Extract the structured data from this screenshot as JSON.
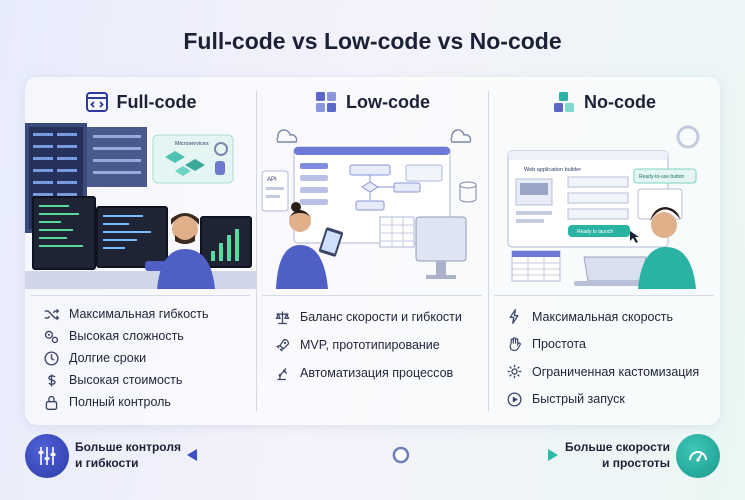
{
  "title": "Full-code vs Low-code vs No-code",
  "colors": {
    "full": "#3c4fc4",
    "low": "#5b66c9",
    "no": "#22a799"
  },
  "columns": [
    {
      "heading": "Full-code",
      "icon": "code-window-icon",
      "illustration": {
        "icon": "developer-at-workstation-illustration",
        "label": "Microservices"
      },
      "items": [
        {
          "icon": "shuffle-icon",
          "text": "Максимальная гибкость"
        },
        {
          "icon": "gears-icon",
          "text": "Высокая сложность"
        },
        {
          "icon": "clock-icon",
          "text": "Долгие сроки"
        },
        {
          "icon": "dollar-icon",
          "text": "Высокая стоимость"
        },
        {
          "icon": "lock-icon",
          "text": "Полный контроль"
        }
      ]
    },
    {
      "heading": "Low-code",
      "icon": "puzzle-icon",
      "illustration": {
        "icon": "visual-flow-editor-illustration",
        "label": "API"
      },
      "items": [
        {
          "icon": "scales-icon",
          "text": "Баланс скорости и гибкости"
        },
        {
          "icon": "rocket-icon",
          "text": "MVP, прототипирование"
        },
        {
          "icon": "robot-arm-icon",
          "text": "Автоматизация процессов"
        }
      ]
    },
    {
      "heading": "No-code",
      "icon": "blocks-icon",
      "illustration": {
        "icon": "web-app-builder-illustration",
        "labels": [
          "Web application builder",
          "Ready-to-use button",
          "Ready to launch"
        ]
      },
      "items": [
        {
          "icon": "lightning-icon",
          "text": "Максимальная скорость"
        },
        {
          "icon": "hand-wave-icon",
          "text": "Простота"
        },
        {
          "icon": "gear-icon",
          "text": "Ограниченная кастомизация"
        },
        {
          "icon": "play-icon",
          "text": "Быстрый запуск"
        }
      ]
    }
  ],
  "scale": {
    "left_label_line1": "Больше контроля",
    "left_label_line2": "и гибкости",
    "right_label_line1": "Больше скорости",
    "right_label_line2": "и простоты",
    "left_icon": "equalizer-sliders-icon",
    "right_icon": "speedometer-icon",
    "knob_position": 0.58
  }
}
